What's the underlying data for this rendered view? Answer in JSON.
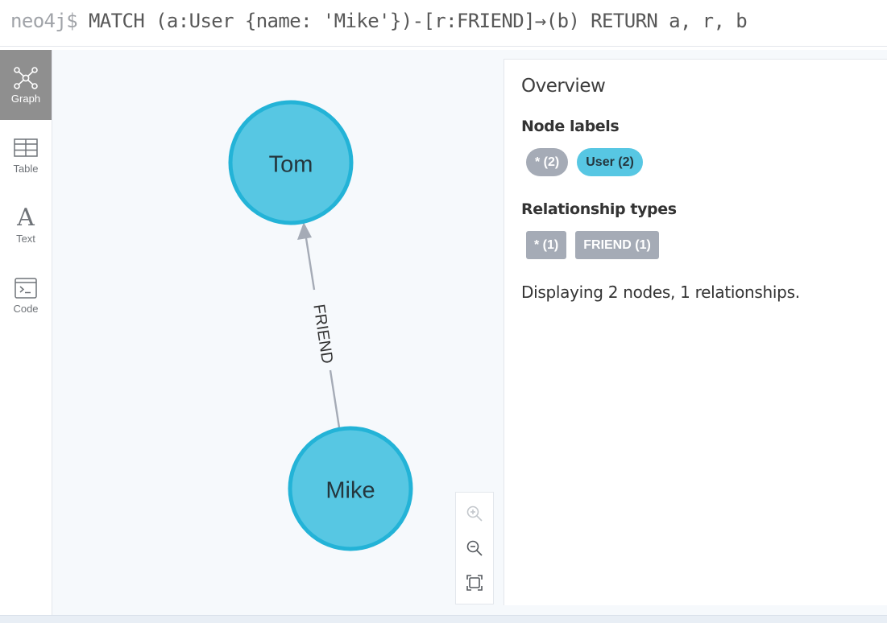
{
  "query": {
    "prompt": "neo4j$",
    "text": " MATCH (a:User {name: 'Mike'})-[r:FRIEND]→(b) RETURN a, r, b"
  },
  "views": [
    {
      "label": "Graph",
      "icon": "graph-icon",
      "active": true
    },
    {
      "label": "Table",
      "icon": "table-icon",
      "active": false
    },
    {
      "label": "Text",
      "icon": "text-icon",
      "glyph": "A",
      "active": false
    },
    {
      "label": "Code",
      "icon": "code-icon",
      "active": false
    }
  ],
  "graph": {
    "nodes": [
      {
        "label": "Tom"
      },
      {
        "label": "Mike"
      }
    ],
    "relationship": {
      "type": "FRIEND"
    },
    "node_color": "#57c7e3",
    "node_border": "#23b3d7",
    "rel_color": "#a5abb6"
  },
  "overview": {
    "title": "Overview",
    "node_labels_heading": "Node labels",
    "node_labels": [
      {
        "label": "* (2)"
      },
      {
        "label": "User (2)"
      }
    ],
    "rel_types_heading": "Relationship types",
    "rel_types": [
      {
        "label": "* (1)"
      },
      {
        "label": "FRIEND (1)"
      }
    ],
    "status": "Displaying 2 nodes, 1 relationships."
  },
  "zoom": {
    "icons": [
      "zoom-in-icon",
      "zoom-out-icon",
      "fit-icon"
    ]
  }
}
